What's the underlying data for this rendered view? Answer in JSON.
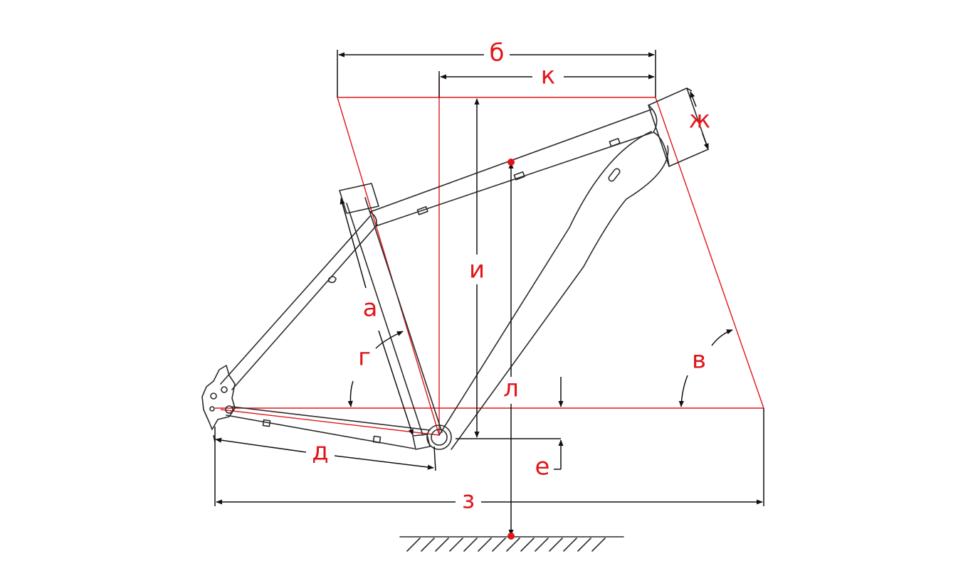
{
  "colors": {
    "accent": "#e0161b",
    "frame": "#2b2b2b",
    "dimension": "#111111",
    "background": "#ffffff"
  },
  "labels": {
    "a": "а",
    "b": "б",
    "v": "в",
    "g": "г",
    "d": "д",
    "e": "е",
    "zh": "ж",
    "z": "з",
    "i": "и",
    "k": "к",
    "l": "л"
  }
}
